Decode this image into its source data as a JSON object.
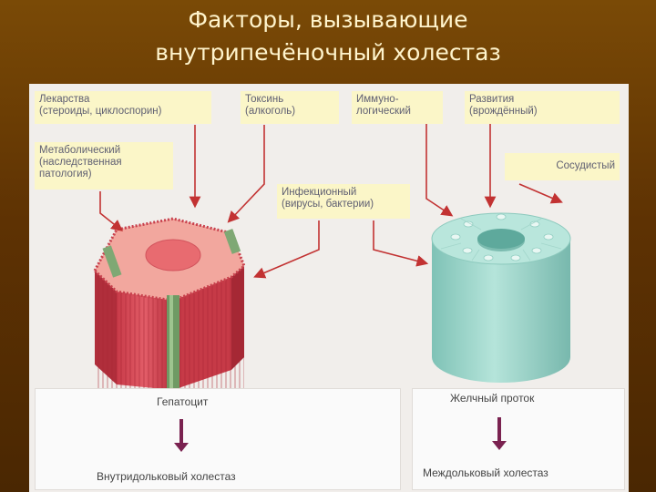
{
  "title": {
    "line1": "Факторы, вызывающие",
    "line2": "внутрипечёночный холестаз"
  },
  "factors": {
    "drugs": {
      "line1": "Лекарства",
      "line2": "(стероиды, циклоспорин)"
    },
    "toxin": {
      "line1": "Токсинь",
      "line2": "(алкоголь)"
    },
    "immune": {
      "line1": "Иммуно-",
      "line2": "логический"
    },
    "development": {
      "line1": "Развития",
      "line2": "(врождённый)"
    },
    "metabolic": {
      "line1": "Метаболический",
      "line2": "(наследственная",
      "line3": "патология)"
    },
    "vascular": {
      "line1": "Сосудистый"
    },
    "infectious": {
      "line1": "Инфекционный",
      "line2": "(вирусы, бактерии)"
    }
  },
  "structures": {
    "hepatocyte": "Гепатоцит",
    "bile_duct": "Желчный проток"
  },
  "outcomes": {
    "intralobular": "Внутридольковый холестаз",
    "interlobular": "Междольковый холестаз"
  },
  "colors": {
    "arrow": "#c23232",
    "outcome_arrow": "#7a2250",
    "label_fill": "#fbf6c8",
    "hepatocyte": "#e8707a",
    "duct": "#9fd6cc"
  }
}
